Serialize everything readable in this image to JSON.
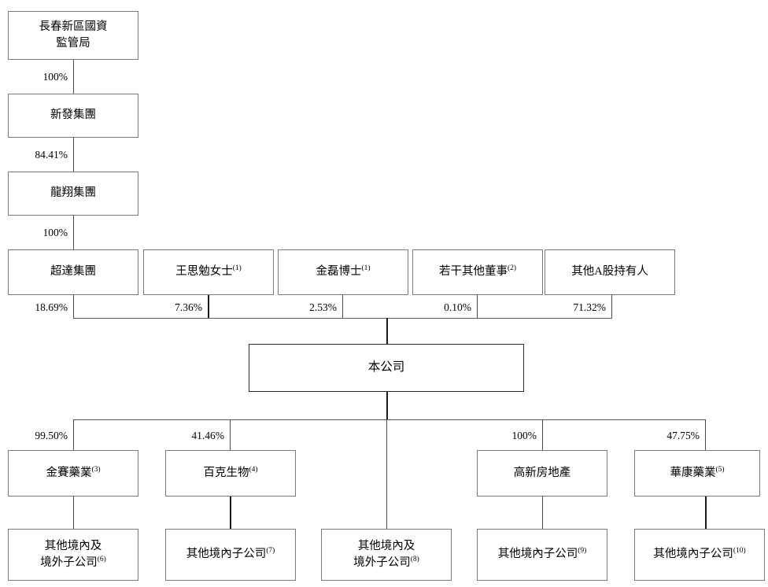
{
  "diagram": {
    "title": "Shareholding and corporate structure chart",
    "nodes": {
      "changchun_sasac": "長春新區國資\n監管局",
      "xinfa_group": "新發集團",
      "longxiang_group": "龍翔集團",
      "chaoda_group": "超達集團",
      "wang_simian": "王思勉女士",
      "wang_simian_note": "(1)",
      "jin_lei": "金磊博士",
      "jin_lei_note": "(1)",
      "certain_other_directors": "若干其他董事",
      "certain_other_directors_note": "(2)",
      "other_a_share_holders": "其他A股持有人",
      "the_company": "本公司",
      "jinsai_pharma": "金賽藥業",
      "jinsai_pharma_note": "(3)",
      "baike_bio": "百克生物",
      "baike_bio_note": "(4)",
      "gaoxin_real_estate": "高新房地產",
      "huakang_pharma": "華康藥業",
      "huakang_pharma_note": "(5)",
      "sub_domestic_overseas_6": "其他境內及\n境外子公司",
      "sub_domestic_overseas_6_note": "(6)",
      "sub_domestic_7": "其他境內子公司",
      "sub_domestic_7_note": "(7)",
      "sub_domestic_overseas_8": "其他境內及\n境外子公司",
      "sub_domestic_overseas_8_note": "(8)",
      "sub_domestic_9": "其他境內子公司",
      "sub_domestic_9_note": "(9)",
      "sub_domestic_10": "其他境內子公司",
      "sub_domestic_10_note": "(10)"
    },
    "percentages": {
      "sasac_to_xinfa": "100%",
      "xinfa_to_longxiang": "84.41%",
      "longxiang_to_chaoda": "100%",
      "chaoda_to_company": "18.69%",
      "wang_to_company": "7.36%",
      "jin_to_company": "2.53%",
      "directors_to_company": "0.10%",
      "a_shares_to_company": "71.32%",
      "company_to_jinsai": "99.50%",
      "company_to_baike": "41.46%",
      "company_to_gaoxin": "100%",
      "company_to_huakang": "47.75%"
    },
    "colors": {
      "box_border": "#7a7a7a",
      "company_border": "#2b2b2b",
      "connector": "#4a4a4a",
      "background": "#ffffff",
      "text": "#000000"
    }
  }
}
